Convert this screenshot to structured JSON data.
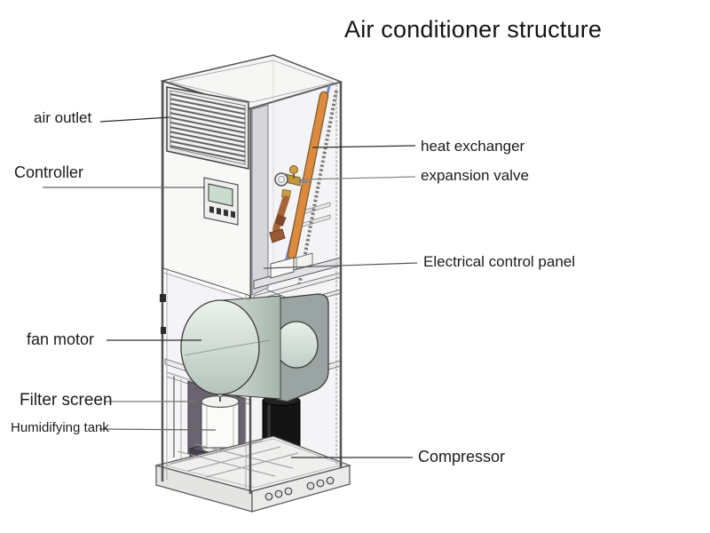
{
  "title": "Air conditioner structure",
  "labels": {
    "air_outlet": "air outlet",
    "controller": "Controller",
    "heat_exchanger": "heat exchanger",
    "expansion_valve": "expansion valve",
    "electrical_control_panel": "Electrical control panel",
    "fan_motor": "fan motor",
    "filter_screen": "Filter screen",
    "humidifying_tank": "Humidifying tank",
    "compressor": "Compressor"
  },
  "colors": {
    "heat_exchanger_orange": "#dd8a3e",
    "refrigerant_blue": "#7d88c4",
    "copper_tube": "#a8653a",
    "filter_screen_panel": "#6a6370",
    "tank_body": "#fbfbfa",
    "compressor_body": "#141414",
    "outline_gray": "#555555"
  }
}
